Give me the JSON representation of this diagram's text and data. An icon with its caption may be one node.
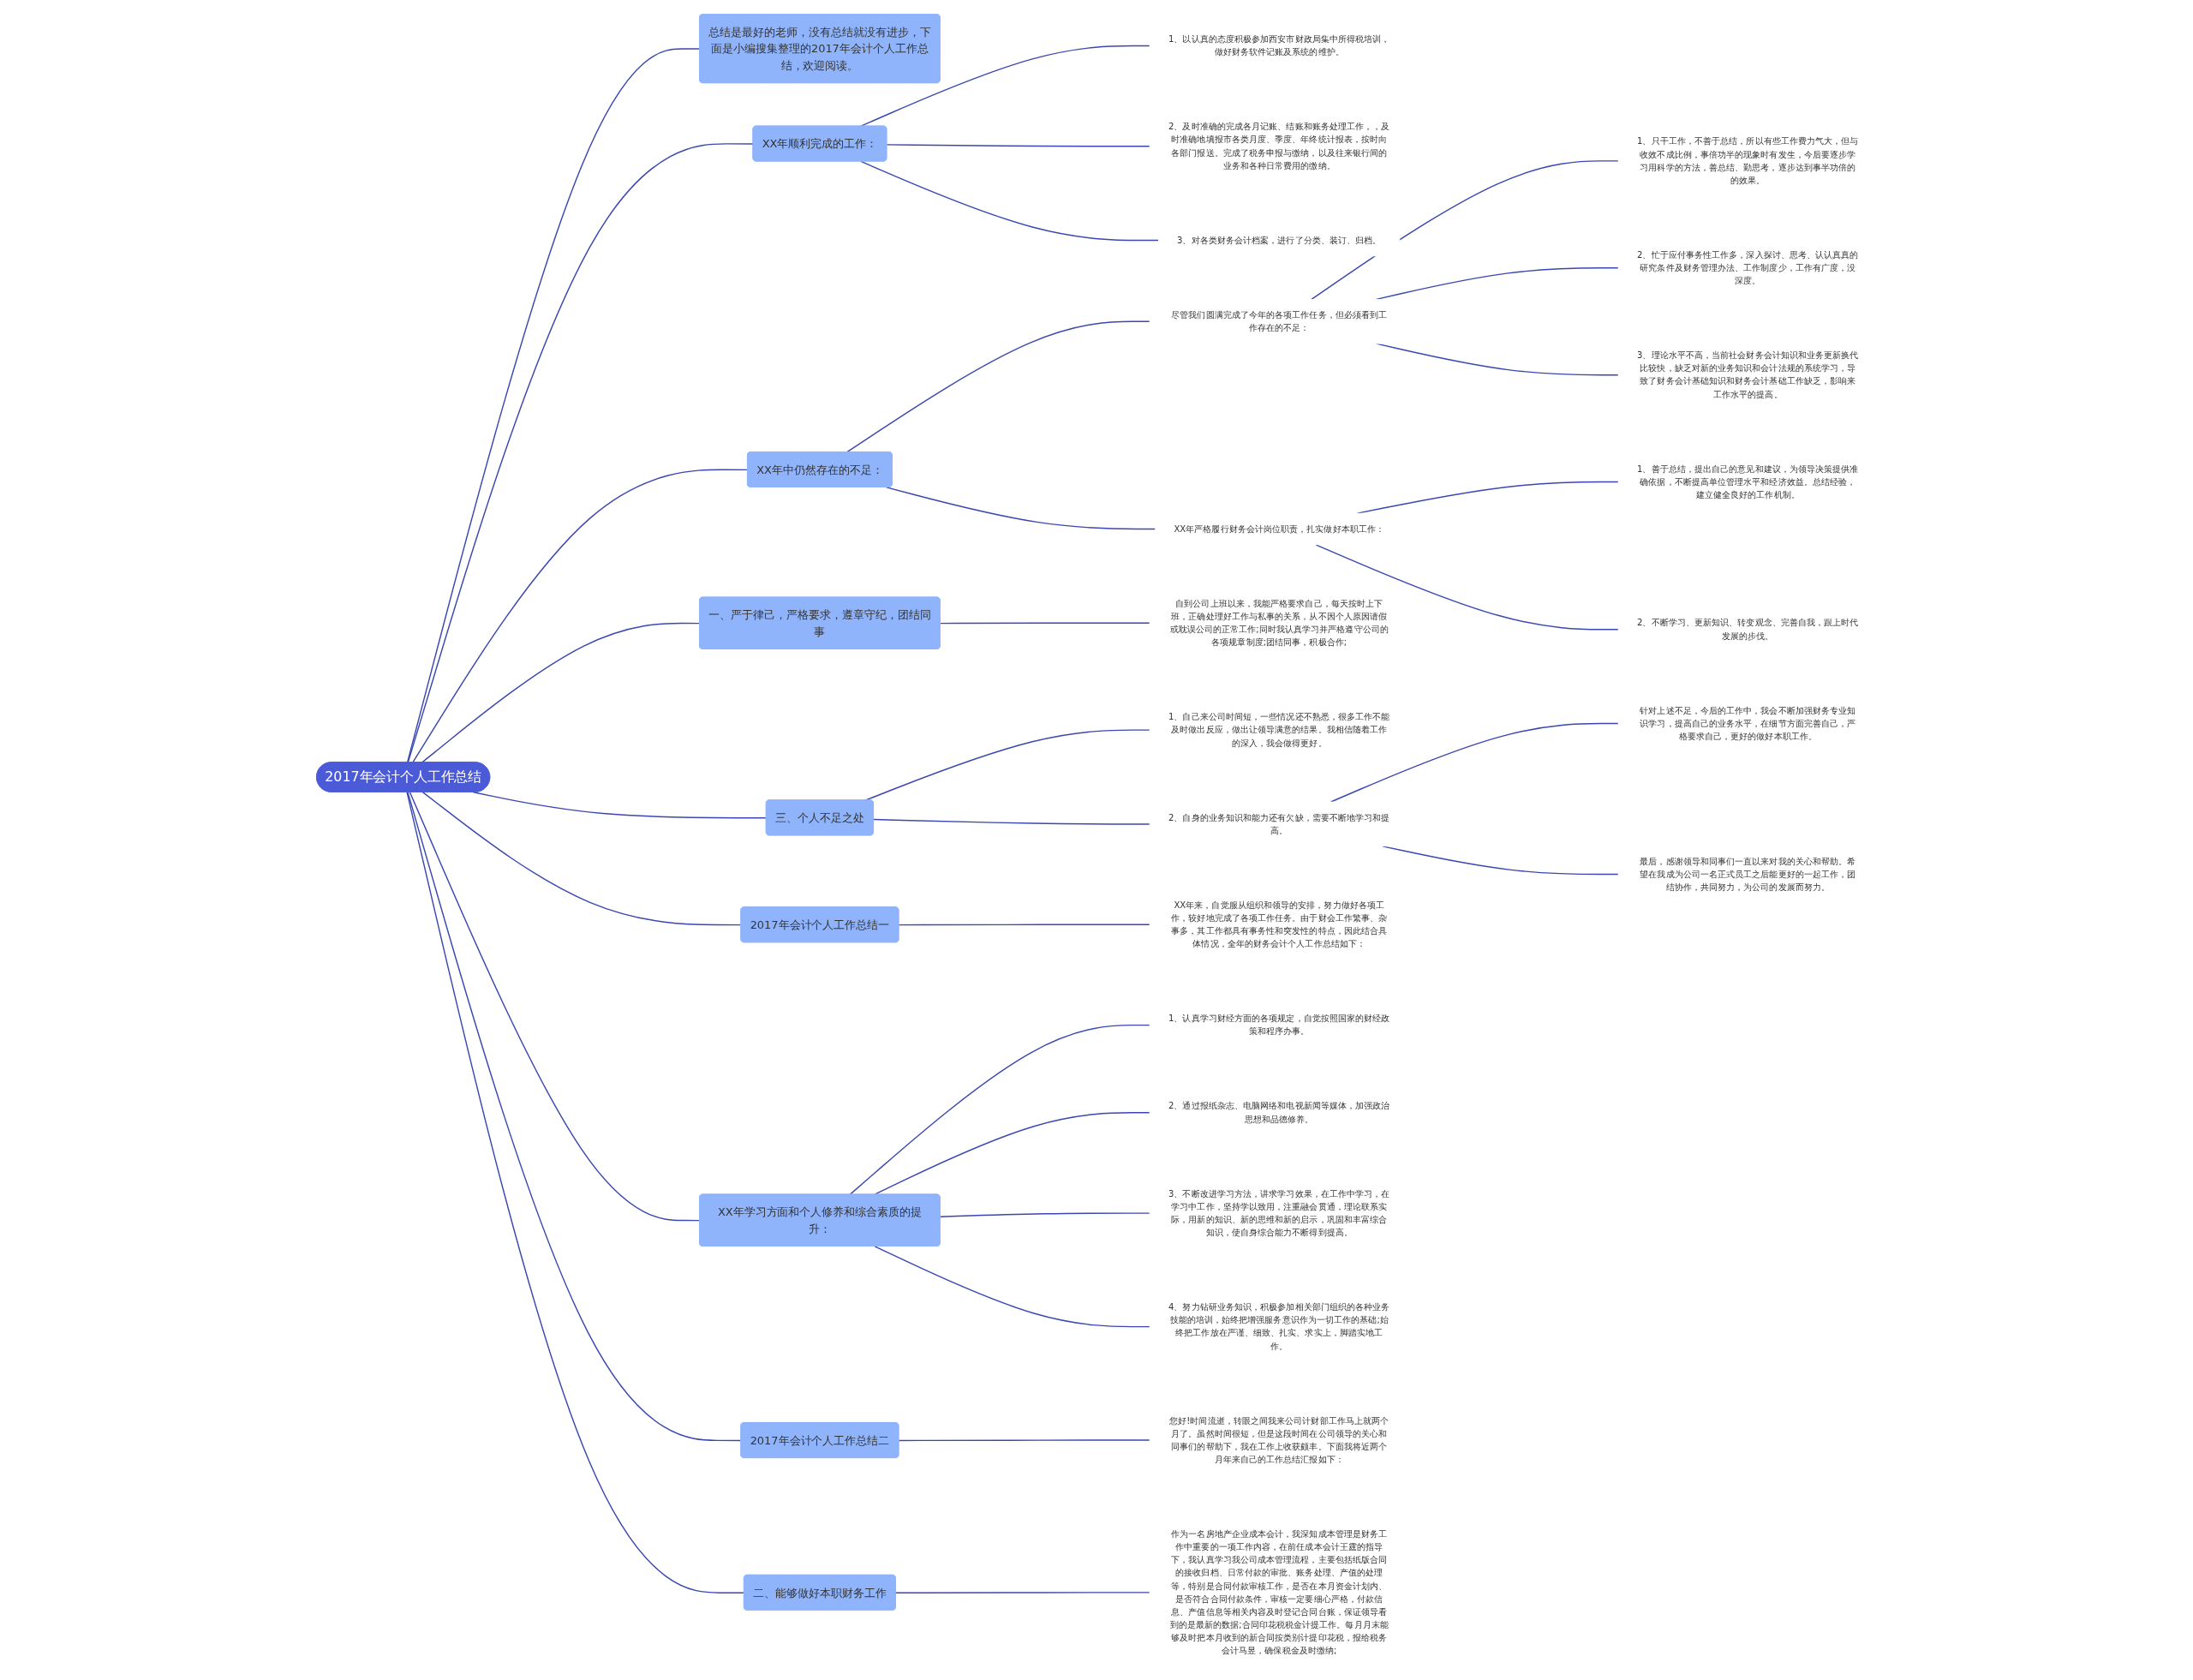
{
  "diagram": {
    "nodes": [
      {
        "text": [
          "2017年会计个人工作总结"
        ]
      },
      {
        "text": [
          "总结是最好的老师，没有总结就没有进步，下面是小编搜集整理的2017年会计个人工作总结，欢迎阅读。"
        ]
      },
      {
        "text": [
          "XX年顺利完成的工作："
        ]
      },
      {
        "text": [
          "1、以认真的态度积极参加西安市财政局集中所得税培训，做好财务软件记账及系统的维护。"
        ]
      },
      {
        "text": [
          "2、及时准确的完成各月记账、结账和账务处理工作，，及时准确地填报市各类月度、季度、年终统计报表，按时向各部门报送。完成了税务申报与缴纳，以及往来银行间的业务和各种日常费用的缴纳。"
        ]
      },
      {
        "text": [
          "3、对各类财务会计档案，进行了分类、装订、归档。"
        ]
      },
      {
        "text": [
          "XX年中仍然存在的不足："
        ]
      },
      {
        "text": [
          "尽管我们圆满完成了今年的各项工作任务，但必须看到工作存在的不足："
        ]
      },
      {
        "text": [
          "1、只干工作，不善于总结，所以有些工作费力气大，但与收效不成比例，事倍功半的现象时有发生，今后要逐步学习用科学的方法，善总结、勤思考，逐步达到事半功倍的的效果。"
        ]
      },
      {
        "text": [
          "2、忙于应付事务性工作多，深入探讨、思考、认认真真的研究条件及财务管理办法、工作制度少，工作有广度，没深度。"
        ]
      },
      {
        "text": [
          "3、理论水平不高，当前社会财务会计知识和业务更新换代比较快，缺乏对新的业务知识和会计法规的系统学习，导致了财务会计基础知识和财务会计基础工作缺乏，影响来工作水平的提高。"
        ]
      },
      {
        "text": [
          "XX年严格履行财务会计岗位职责，扎实做好本职工作："
        ]
      },
      {
        "text": [
          "1、善于总结，提出自己的意见和建议，为领导决策提供准确依据，不断提高单位管理水平和经济效益。总结经验，建立健全良好的工作机制。"
        ]
      },
      {
        "text": [
          "2、不断学习、更新知识、转变观念、完善自我，跟上时代发展的步伐。"
        ]
      },
      {
        "text": [
          "一、严于律己，严格要求，遵章守纪，团结同事"
        ]
      },
      {
        "text": [
          "自到公司上班以来，我能严格要求自己，每天按时上下班，正确处理好工作与私事的关系，从不因个人原因请假或耽误公司的正常工作;同时我认真学习并严格遵守公司的各项规章制度;团结同事，积极合作;"
        ]
      },
      {
        "text": [
          "三、个人不足之处"
        ]
      },
      {
        "text": [
          "1、自己来公司时间短，一些情况还不熟悉，很多工作不能及时做出反应，做出让领导满意的结果。我相信随着工作的深入，我会做得更好。"
        ]
      },
      {
        "text": [
          "2、自身的业务知识和能力还有欠缺，需要不断地学习和提高。"
        ]
      },
      {
        "text": [
          "针对上述不足，今后的工作中，我会不断加强财务专业知识学习，提高自己的业务水平，在细节方面完善自己，严格要求自己，更好的做好本职工作。"
        ]
      },
      {
        "text": [
          "最后，感谢领导和同事们一直以来对我的关心和帮助。希望在我成为公司一名正式员工之后能更好的一起工作，团结协作，共同努力，为公司的发展而努力。"
        ]
      },
      {
        "text": [
          "2017年会计个人工作总结一"
        ]
      },
      {
        "text": [
          "XX年来，自觉服从组织和领导的安排，努力做好各项工作，较好地完成了各项工作任务。由于财会工作繁事、杂事多，其工作都具有事务性和突发性的特点，因此结合具体情况，全年的财务会计个人工作总结如下："
        ]
      },
      {
        "text": [
          "XX年学习方面和个人修养和综合素质的提升："
        ]
      },
      {
        "text": [
          "1、认真学习财经方面的各项规定，自觉按照国家的财经政策和程序办事。"
        ]
      },
      {
        "text": [
          "2、通过报纸杂志、电脑网络和电视新闻等媒体，加强政治思想和品德修养。"
        ]
      },
      {
        "text": [
          "3、不断改进学习方法，讲求学习效果，在工作中学习，在学习中工作，坚持学以致用，注重融会贯通，理论联系实际，用新的知识、新的思维和新的启示，巩固和丰富综合知识，使自身综合能力不断得到提高。"
        ]
      },
      {
        "text": [
          "4、努力钻研业务知识，积极参加相关部门组织的各种业务技能的培训，始终把增强服务意识作为一切工作的基础;始终把工作放在严谨、细致、扎实、求实上，脚踏实地工作。"
        ]
      },
      {
        "text": [
          "2017年会计个人工作总结二"
        ]
      },
      {
        "text": [
          "您好!时间流逝，转眼之间我来公司计财部工作马上就两个月了。虽然时间很短，但是这段时间在公司领导的关心和同事们的帮助下，我在工作上收获颇丰。下面我将近两个月年来自己的工作总结汇报如下："
        ]
      },
      {
        "text": [
          "二、能够做好本职财务工作"
        ]
      },
      {
        "text": [
          "作为一名房地产企业成本会计，我深知成本管理是财务工作中重要的一项工作内容，在前任成本会计王霆的指导下，我认真学习我公司成本管理流程，主要包括纸版合同的接收归档、日常付款的审批、账务处理、产值的处理等，特别是合同付款审核工作，是否在本月资金计划内、是否符合合同付款条件，审核一定要细心严格，付款信息、产值信息等相关内容及时登记合同台账，保证领导看到的是最新的数据;合同印花税税金计提工作。每月月末能够及时把本月收到的新合同按类别计提印花税，报给税务会计马昱，确保税金及时缴纳;"
        ]
      }
    ],
    "edges": [
      {
        "from": 0,
        "to": 1,
        "arrow": "none"
      },
      {
        "from": 0,
        "to": 2,
        "arrow": "none"
      },
      {
        "from": 2,
        "to": 3,
        "arrow": "none"
      },
      {
        "from": 2,
        "to": 4,
        "arrow": "none"
      },
      {
        "from": 2,
        "to": 5,
        "arrow": "none"
      },
      {
        "from": 0,
        "to": 6,
        "arrow": "none"
      },
      {
        "from": 6,
        "to": 7,
        "arrow": "none"
      },
      {
        "from": 7,
        "to": 8,
        "arrow": "none"
      },
      {
        "from": 7,
        "to": 9,
        "arrow": "none"
      },
      {
        "from": 7,
        "to": 10,
        "arrow": "none"
      },
      {
        "from": 6,
        "to": 11,
        "arrow": "none"
      },
      {
        "from": 11,
        "to": 12,
        "arrow": "none"
      },
      {
        "from": 11,
        "to": 13,
        "arrow": "none"
      },
      {
        "from": 0,
        "to": 14,
        "arrow": "none"
      },
      {
        "from": 14,
        "to": 15,
        "arrow": "none"
      },
      {
        "from": 0,
        "to": 16,
        "arrow": "none"
      },
      {
        "from": 16,
        "to": 17,
        "arrow": "none"
      },
      {
        "from": 16,
        "to": 18,
        "arrow": "none"
      },
      {
        "from": 18,
        "to": 19,
        "arrow": "none"
      },
      {
        "from": 18,
        "to": 20,
        "arrow": "none"
      },
      {
        "from": 0,
        "to": 21,
        "arrow": "none"
      },
      {
        "from": 21,
        "to": 22,
        "arrow": "none"
      },
      {
        "from": 0,
        "to": 23,
        "arrow": "none"
      },
      {
        "from": 23,
        "to": 24,
        "arrow": "none"
      },
      {
        "from": 23,
        "to": 25,
        "arrow": "none"
      },
      {
        "from": 23,
        "to": 26,
        "arrow": "none"
      },
      {
        "from": 23,
        "to": 27,
        "arrow": "none"
      },
      {
        "from": 0,
        "to": 28,
        "arrow": "none"
      },
      {
        "from": 28,
        "to": 29,
        "arrow": "none"
      },
      {
        "from": 0,
        "to": 30,
        "arrow": "none"
      },
      {
        "from": 30,
        "to": 31,
        "arrow": "none"
      }
    ]
  }
}
